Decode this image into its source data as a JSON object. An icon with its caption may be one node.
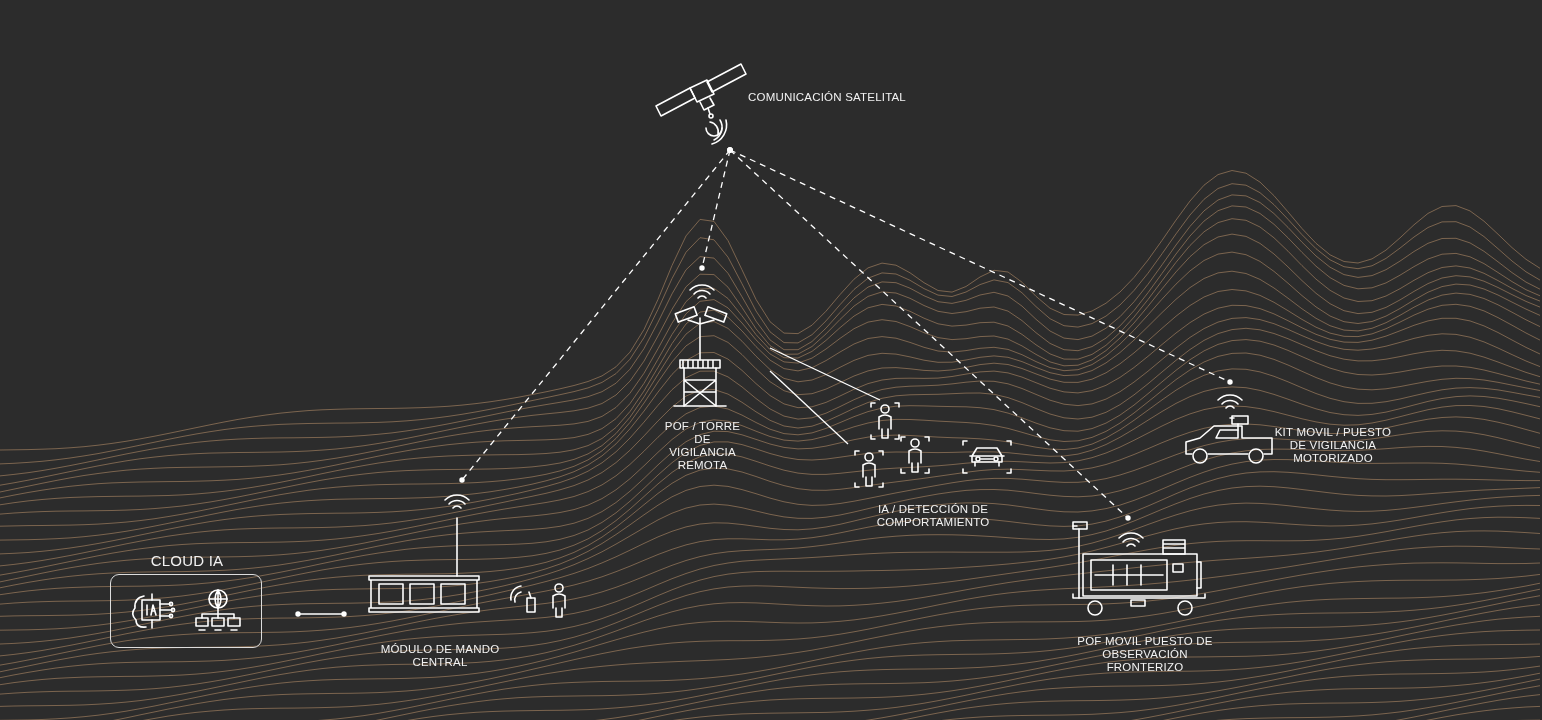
{
  "diagram": {
    "nodes": [
      {
        "text": [
          "COMUNICACIÓN SATELITAL"
        ]
      },
      {
        "text": [
          "POF / TORRE DE VIGILANCIA REMOTA"
        ]
      },
      {
        "text": [
          "IA / DETECCIÓN DE COMPORTAMIENTO"
        ]
      },
      {
        "text": [
          "KIT MOVIL / PUESTO DE VIGILANCIA MOTORIZADO"
        ]
      },
      {
        "text": [
          "CLOUD IA"
        ]
      },
      {
        "text": [
          "MÓDULO DE MANDO CENTRAL"
        ]
      },
      {
        "text": [
          "POF MOVIL PUESTO DE OBSERVACIÓN FRONTERIZO"
        ]
      }
    ],
    "edges": [
      {
        "from": 0,
        "to": 1,
        "arrow": "other",
        "style": "dashed"
      },
      {
        "from": 0,
        "to": 5,
        "arrow": "other",
        "style": "dashed"
      },
      {
        "from": 0,
        "to": 6,
        "arrow": "other",
        "style": "dashed"
      },
      {
        "from": 0,
        "to": 3,
        "arrow": "other",
        "style": "dashed"
      },
      {
        "from": 1,
        "to": 2,
        "arrow": "none"
      },
      {
        "from": 1,
        "to": 2,
        "arrow": "none"
      },
      {
        "from": 4,
        "to": 5,
        "arrow": "other"
      }
    ]
  }
}
